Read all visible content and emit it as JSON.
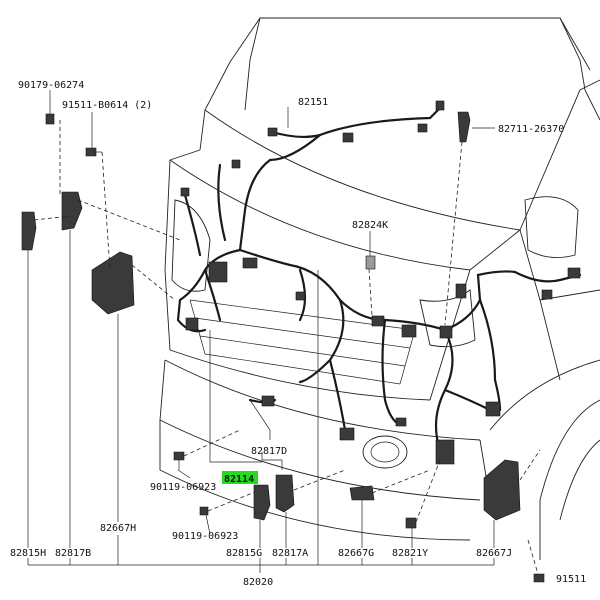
{
  "diagram": {
    "highlight_color": "#22dd22",
    "labels": {
      "p90179": "90179-06274",
      "p91511a": "91511-B0614 (2)",
      "p82151": "82151",
      "p82711": "82711-26370",
      "p82824K": "82824K",
      "p82817D": "82817D",
      "p90119a": "90119-06923",
      "p82114": "82114",
      "p90119b": "90119-06923",
      "p82667H": "82667H",
      "p82815H": "82815H",
      "p82817B": "82817B",
      "p82815G": "82815G",
      "p82817A": "82817A",
      "p82667G": "82667G",
      "p82821Y": "82821Y",
      "p82667J": "82667J",
      "p82020": "82020",
      "p91511b": "91511"
    }
  }
}
